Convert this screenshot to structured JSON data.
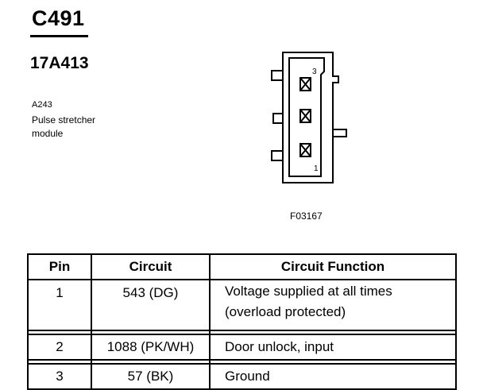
{
  "header": {
    "connector_id": "C491",
    "part_number": "17A413",
    "location_code": "A243",
    "component_name_lines": [
      "Pulse stretcher",
      "module"
    ]
  },
  "diagram": {
    "figure_label": "F03167",
    "pin_labels": {
      "top": "3",
      "bottom": "1"
    }
  },
  "table": {
    "headers": [
      "Pin",
      "Circuit",
      "Circuit Function"
    ],
    "rows": [
      {
        "pin": "1",
        "circuit": "543 (DG)",
        "function_lines": [
          "Voltage supplied at all times",
          "(overload protected)"
        ]
      },
      {
        "pin": "2",
        "circuit": "1088 (PK/WH)",
        "function_lines": [
          "Door unlock, input"
        ]
      },
      {
        "pin": "3",
        "circuit": "57 (BK)",
        "function_lines": [
          "Ground"
        ]
      }
    ]
  }
}
